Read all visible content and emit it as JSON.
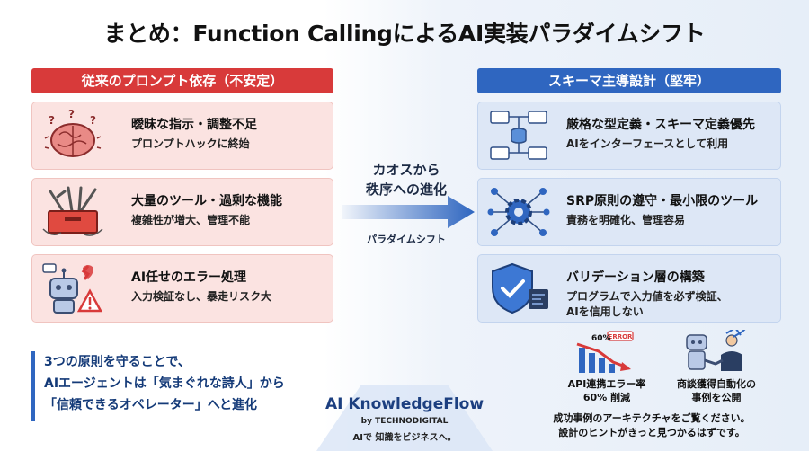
{
  "title": "まとめ：Function CallingによるAI実装パラダイムシフト",
  "left": {
    "header": "従来のプロンプト依存（不安定）",
    "cards": [
      {
        "icon": "brain-question-icon",
        "title": "曖昧な指示・調整不足",
        "sub": "プロンプトハックに終始"
      },
      {
        "icon": "toolbox-icon",
        "title": "大量のツール・過剰な機能",
        "sub": "複雑性が増大、管理不能"
      },
      {
        "icon": "robot-warning-icon",
        "title": "AI任せのエラー処理",
        "sub": "入力検証なし、暴走リスク大"
      }
    ]
  },
  "right": {
    "header": "スキーマ主導設計（堅牢）",
    "cards": [
      {
        "icon": "schema-diagram-icon",
        "title": "厳格な型定義・スキーマ定義優先",
        "sub": "AIをインターフェースとして利用"
      },
      {
        "icon": "gear-network-icon",
        "title": "SRP原則の遵守・最小限のツール",
        "sub": "責務を明確化、管理容易"
      },
      {
        "icon": "shield-check-icon",
        "title": "バリデーション層の構築",
        "sub": "プログラムで入力値を必ず検証、",
        "sub2": "AIを信用しない"
      }
    ]
  },
  "middle": {
    "line1": "カオスから",
    "line2": "秩序への進化",
    "sub": "パラダイムシフト"
  },
  "summary": {
    "line1": "3つの原則を守ることで、",
    "line2": "AIエージェントは「気まぐれな詩人」から",
    "line3": "「信頼できるオペレーター」へと進化"
  },
  "brand": {
    "name": "AI KnowledgeFlow",
    "by": "by TECHNODIGITAL",
    "tagline": "AIで 知識をビジネスへ。"
  },
  "cases": [
    {
      "icon": "error-chart-icon",
      "badge_percent": "60%",
      "badge_error": "ERROR",
      "line1": "API連携エラー率",
      "line2": "60% 削減"
    },
    {
      "icon": "robot-handshake-icon",
      "line1": "商談獲得自動化の",
      "line2": "事例を公開"
    }
  ],
  "cta": {
    "line1": "成功事例のアーキテクチャをご覧ください。",
    "line2": "設計のヒントがきっと見つかるはずです。"
  },
  "colors": {
    "left_accent": "#d83a3a",
    "left_card": "#fbe3e1",
    "right_accent": "#2f66c0",
    "right_card": "#dde7f6"
  }
}
